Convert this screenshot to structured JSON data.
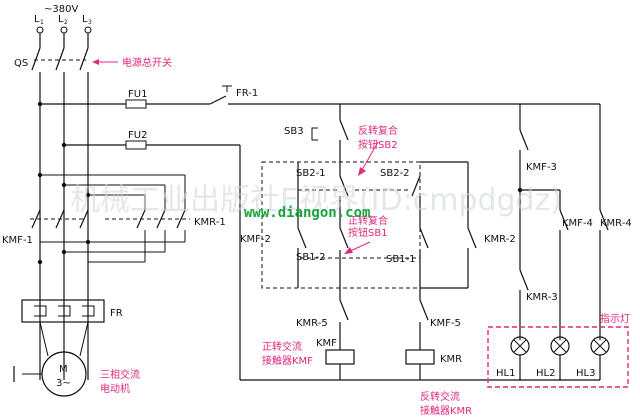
{
  "colors": {
    "wire": "#111111",
    "annotation": "#e0287d",
    "watermark": "#cfd4da"
  },
  "supply": {
    "voltage": "~380V",
    "l1": "L",
    "l2": "L",
    "l3": "L",
    "sub1": "1",
    "sub2": "2",
    "sub3": "3"
  },
  "labels": {
    "qs": "QS",
    "fu1": "FU1",
    "fu2": "FU2",
    "fr1": "FR-1",
    "sb3": "SB3",
    "sb2_1": "SB2-1",
    "sb2_2": "SB2-2",
    "kmf2": "KMF-2",
    "sb1_2": "SB1-2",
    "sb1_1": "SB1-1",
    "kmr2": "KMR-2",
    "kmr5a": "KMR-5",
    "kmf5": "KMF-5",
    "kmf_coil": "KMF",
    "kmr_coil": "KMR",
    "kmf3": "KMF-3",
    "kmf4": "KMF-4",
    "kmr4": "KMR-4",
    "kmr3": "KMR-3",
    "hl1": "HL1",
    "hl2": "HL2",
    "hl3": "HL3",
    "kmf1": "KMF-1",
    "kmr1": "KMR-1",
    "fr": "FR",
    "motor_m": "M",
    "motor_3": "3~"
  },
  "annotations": {
    "power_switch": "电源总开关",
    "reverse_btn_1": "反转复合",
    "reverse_btn_2": "按钮SB2",
    "forward_btn_1": "正转复合",
    "forward_btn_2": "按钮SB1",
    "fwd_contactor_1": "正转交流",
    "fwd_contactor_2": "接触器KMF",
    "rev_contactor_1": "反转交流",
    "rev_contactor_2": "接触器KMR",
    "indicator": "指示灯",
    "motor_1": "三相交流",
    "motor_2": "电动机"
  },
  "watermark": {
    "text": "机械工业出版社E视界(ID:cmpdgdz)",
    "site": "www.diangon.com"
  }
}
